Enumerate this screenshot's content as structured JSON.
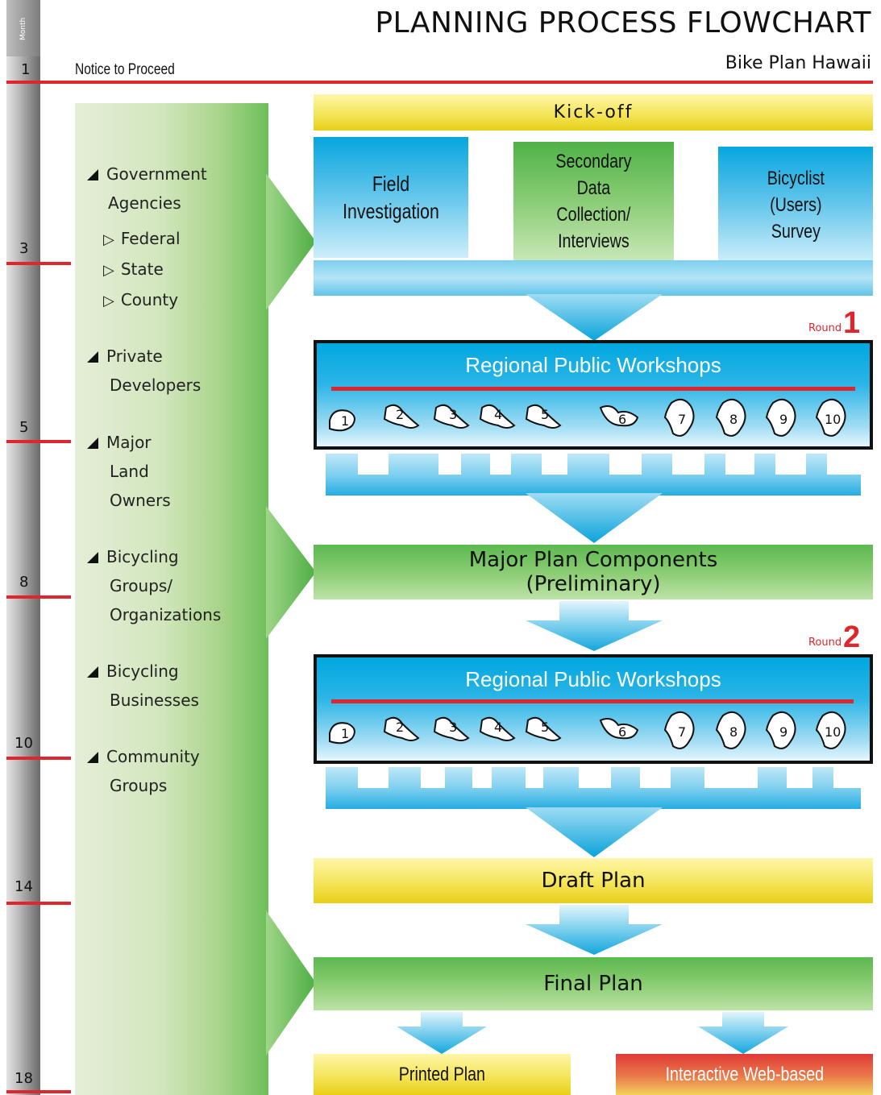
{
  "header": {
    "title": "PLANNING PROCESS FLOWCHART",
    "subtitle": "Bike Plan Hawaii",
    "notice": "Notice to Proceed"
  },
  "timeline": {
    "label": "Month",
    "months": [
      "1",
      "3",
      "5",
      "8",
      "10",
      "14",
      "18"
    ]
  },
  "stakeholders": {
    "government": [
      "Government",
      "Agencies"
    ],
    "government_sub": [
      "Federal",
      "State",
      "County"
    ],
    "private": [
      "Private",
      "Developers"
    ],
    "land": [
      "Major",
      "Land",
      "Owners"
    ],
    "groups": [
      "Bicycling",
      "Groups/",
      "Organizations"
    ],
    "businesses": [
      "Bicycling",
      "Businesses"
    ],
    "community": [
      "Community",
      "Groups"
    ]
  },
  "steps": {
    "kickoff": "Kick-off",
    "field": [
      "Field",
      "Investigation"
    ],
    "secondary": [
      "Secondary",
      "Data",
      "Collection/",
      "Interviews"
    ],
    "survey": [
      "Bicyclist",
      "(Users)",
      "Survey"
    ],
    "major": [
      "Major Plan Components",
      "(Preliminary)"
    ],
    "draft": "Draft Plan",
    "final": "Final Plan",
    "printed": "Printed Plan",
    "web": "Interactive Web-based"
  },
  "workshops": [
    {
      "title": "Regional Public Workshops",
      "round_label": "Round",
      "round_num": "1",
      "islands": [
        "1",
        "2",
        "3",
        "4",
        "5",
        "6",
        "7",
        "8",
        "9",
        "10"
      ]
    },
    {
      "title": "Regional Public Workshops",
      "round_label": "Round",
      "round_num": "2",
      "islands": [
        "1",
        "2",
        "3",
        "4",
        "5",
        "6",
        "7",
        "8",
        "9",
        "10"
      ]
    }
  ],
  "colors": {
    "accent_red": "#e0262c",
    "blue": "#06a6df",
    "green": "#57b94c",
    "yellow": "#f4e55a"
  }
}
